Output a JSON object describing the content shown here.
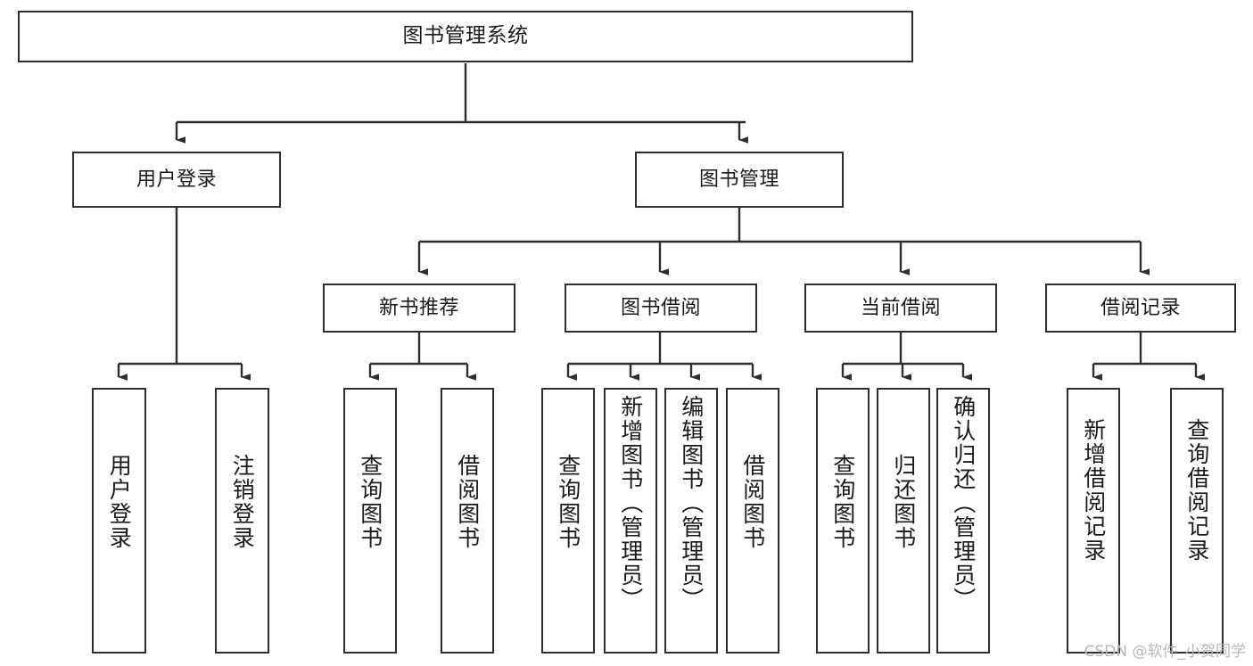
{
  "diagram": {
    "title": "图书管理系统",
    "type": "tree",
    "watermark": "CSDN @软件_小贺同学",
    "colors": {
      "box_border": "#2e2e2e",
      "box_fill": "#ffffff",
      "connector": "#2e2e2e",
      "text": "#1a1a1a",
      "watermark": "#b6b6b6"
    },
    "nodes": {
      "root": {
        "label": "图书管理系统"
      },
      "level2": [
        {
          "id": "user-login",
          "label": "用户登录"
        },
        {
          "id": "book-manage",
          "label": "图书管理"
        }
      ],
      "level3": [
        {
          "id": "new-book-recommend",
          "label": "新书推荐"
        },
        {
          "id": "book-borrow",
          "label": "图书借阅"
        },
        {
          "id": "current-borrow",
          "label": "当前借阅"
        },
        {
          "id": "borrow-record",
          "label": "借阅记录"
        }
      ],
      "leaves": {
        "user-login": [
          {
            "id": "leaf-user-login",
            "label": "用户登录"
          },
          {
            "id": "leaf-logout-login",
            "label": "注销登录"
          }
        ],
        "new-book-recommend": [
          {
            "id": "leaf-query-book-1",
            "label": "查询图书"
          },
          {
            "id": "leaf-borrow-book-1",
            "label": "借阅图书"
          }
        ],
        "book-borrow": [
          {
            "id": "leaf-query-book-2",
            "label": "查询图书"
          },
          {
            "id": "leaf-add-book",
            "label": "新增图书（管理员）"
          },
          {
            "id": "leaf-edit-book",
            "label": "编辑图书（管理员）"
          },
          {
            "id": "leaf-borrow-book-2",
            "label": "借阅图书"
          }
        ],
        "current-borrow": [
          {
            "id": "leaf-query-book-3",
            "label": "查询图书"
          },
          {
            "id": "leaf-return-book",
            "label": "归还图书"
          },
          {
            "id": "leaf-confirm-return",
            "label": "确认归还（管理员）"
          }
        ],
        "borrow-record": [
          {
            "id": "leaf-add-record",
            "label": "新增借阅记录"
          },
          {
            "id": "leaf-query-record",
            "label": "查询借阅记录"
          }
        ]
      }
    }
  }
}
